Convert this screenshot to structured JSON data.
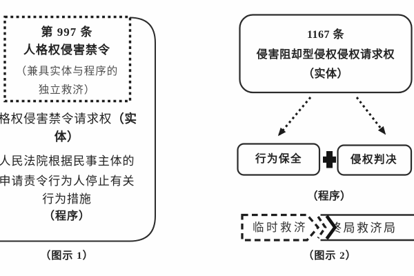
{
  "colors": {
    "background": "#fefefe",
    "ink": "#232323",
    "border": "#2b2b2b",
    "muted_text": "#4f4f4f"
  },
  "figure1": {
    "dashed_box": {
      "line1": "第 997 条",
      "line2": "人格权侵害禁令",
      "line3": "（兼具实体与程序的",
      "line4": "独立救济）"
    },
    "body": {
      "line1_normal": "人格权侵害禁令请求权",
      "line1_bold": "（实",
      "line2": "体）",
      "line3": "人民法院根据民事主体的",
      "line4": "申请责令行为人停止有关",
      "line5": "行为措施",
      "line6": "（程序）"
    },
    "caption": "（图示 1）"
  },
  "figure2": {
    "top_box": {
      "line1": "1167 条",
      "line2": "侵害阻却型侵权侵权请求权",
      "line3": "（实体）"
    },
    "left_box_label": "行为保全",
    "connector": "plus",
    "right_box_label": "侵权判决",
    "procedure_label": "（程序）",
    "temp_remedy_label": "临时救济",
    "final_remedy_label": "终局救济局",
    "caption": "（图示 2）"
  }
}
